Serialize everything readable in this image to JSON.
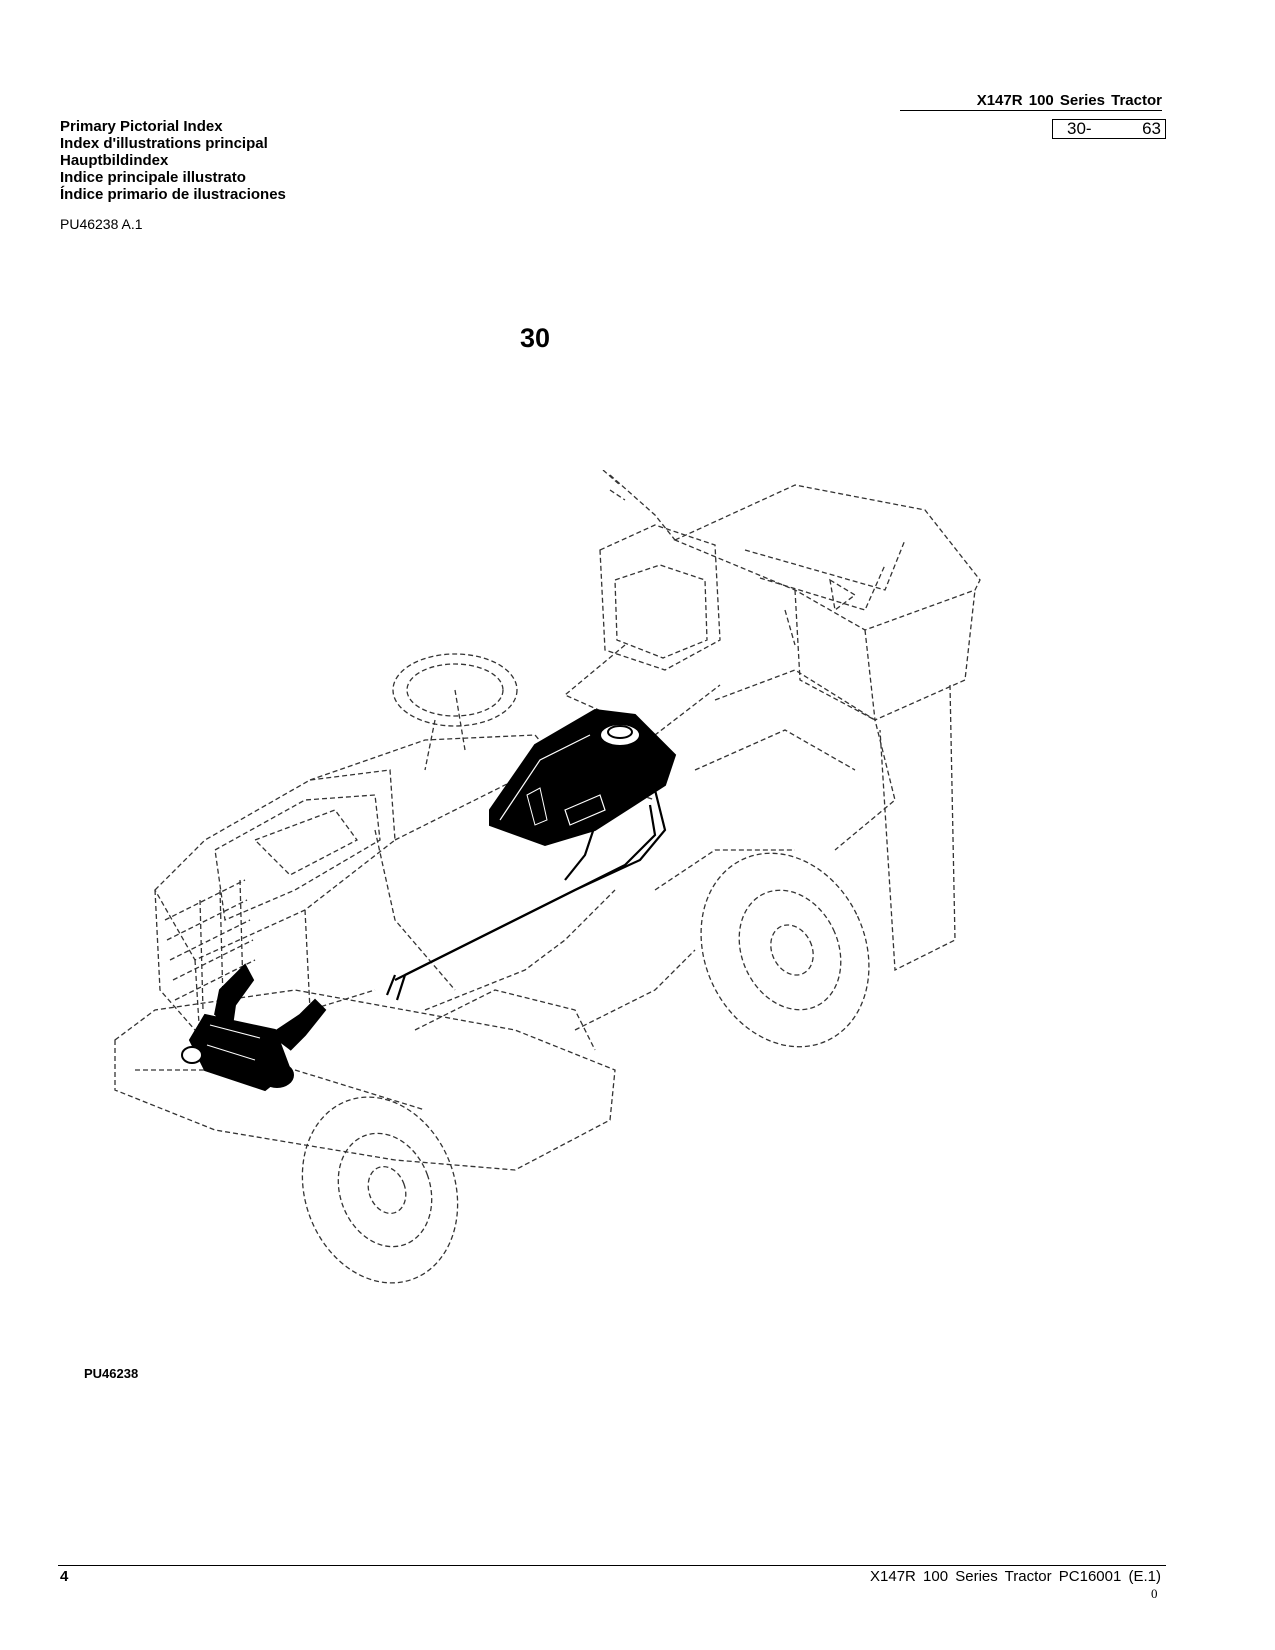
{
  "header": {
    "title": "X147R  100  Series  Tractor",
    "section": "30-",
    "page": "63"
  },
  "index_titles": [
    "Primary Pictorial Index",
    "Index d'illustrations principal",
    "Hauptbildindex",
    "Indice principale illustrato",
    "Índice primario de ilustraciones"
  ],
  "figure_ref": "PU46238 A.1",
  "section_number": "30",
  "figure_id": "PU46238",
  "footer": {
    "page_number": "4",
    "info": "X147R 100 Series Tractor   PC16001   (E.1)",
    "mark": "0"
  }
}
